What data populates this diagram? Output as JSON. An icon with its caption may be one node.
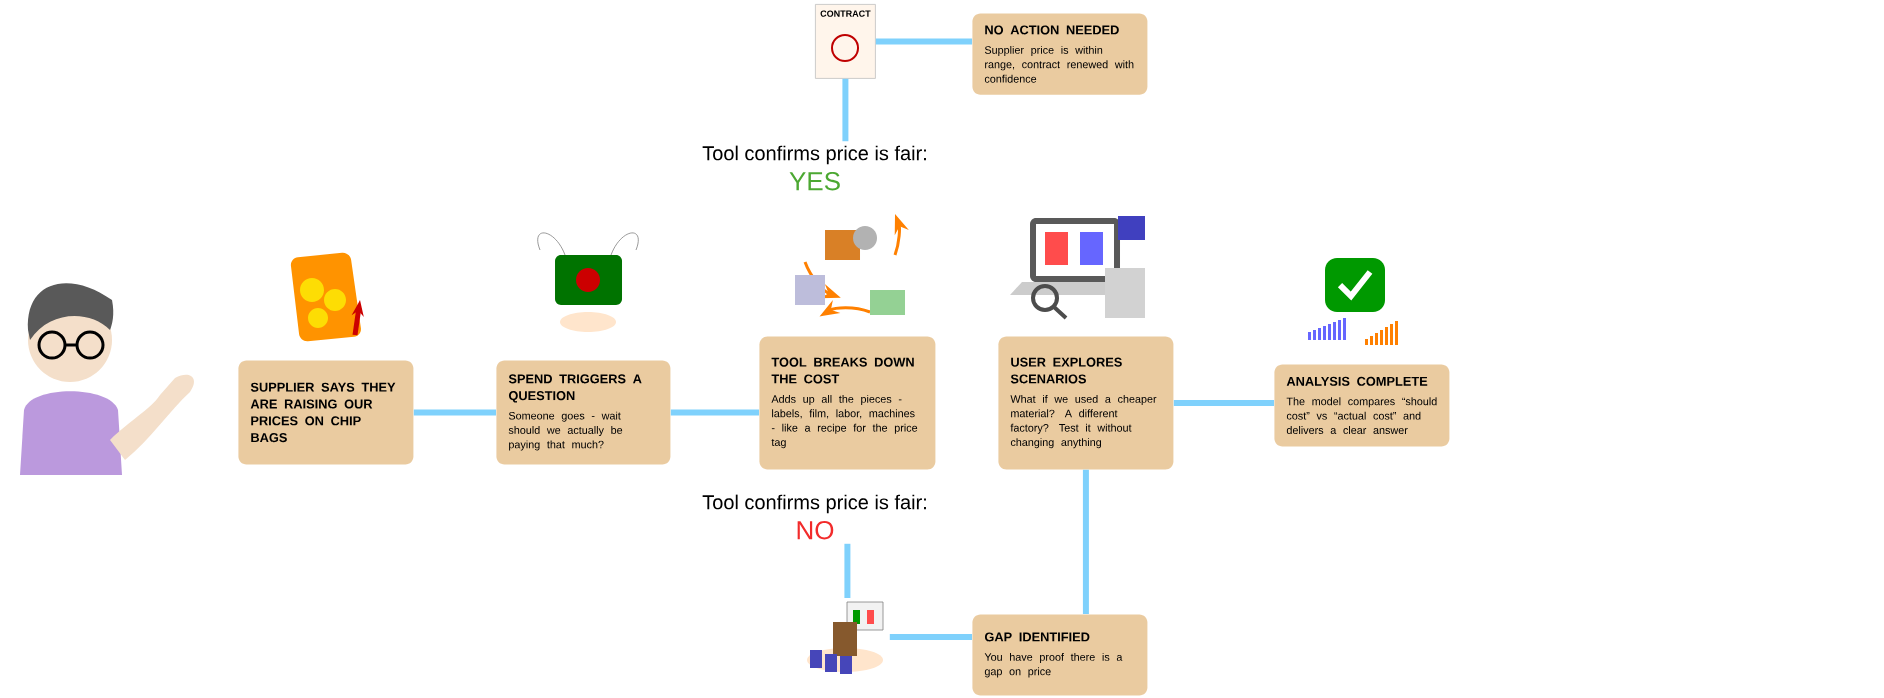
{
  "diagram": {
    "nodes": [
      {
        "text": [
          "SUPPLIER SAYS THEY ARE RAISING OUR PRICES ON CHIP BAGS"
        ]
      },
      {
        "text": [
          "SPEND TRIGGERS A QUESTION",
          "Someone goes - wait should we actually be paying that much?"
        ]
      },
      {
        "text": [
          "TOOL BREAKS DOWN THE COST",
          "Adds up all the pieces - labels, film, labor, machines - like a recipe for the price tag"
        ]
      },
      {
        "text": [
          "USER EXPLORES SCENARIOS",
          "What if we used a cheaper material? A different factory? Test it without changing anything"
        ]
      },
      {
        "text": [
          "ANALYSIS COMPLETE",
          "The model compares “should cost” vs “actual cost” and delivers a clear answer"
        ]
      },
      {
        "text": [
          "CONTRACT"
        ]
      },
      {
        "text": [
          "NO ACTION NEEDED",
          "Supplier price is within range, contract renewed with confidence"
        ]
      },
      {
        "text": [
          "Tool confirms price is fair:",
          "YES"
        ]
      },
      {
        "text": [
          "Tool confirms price is fair:",
          "NO"
        ]
      },
      {
        "text": [],
        "shape": "picture"
      },
      {
        "text": [
          "GAP IDENTIFIED",
          "You have proof there is a gap on price"
        ]
      }
    ],
    "edges": [
      {
        "from": 0,
        "to": 1,
        "arrow": "none"
      },
      {
        "from": 1,
        "to": 2,
        "arrow": "none"
      },
      {
        "from": 3,
        "to": 4,
        "arrow": "none"
      },
      {
        "from": 5,
        "to": 6,
        "arrow": "none"
      },
      {
        "from": 5,
        "to": 7,
        "arrow": "none"
      },
      {
        "from": 8,
        "to": 9,
        "arrow": "none"
      },
      {
        "from": 9,
        "to": 10,
        "arrow": "none"
      },
      {
        "from": 3,
        "to": 10,
        "arrow": "none"
      }
    ]
  }
}
